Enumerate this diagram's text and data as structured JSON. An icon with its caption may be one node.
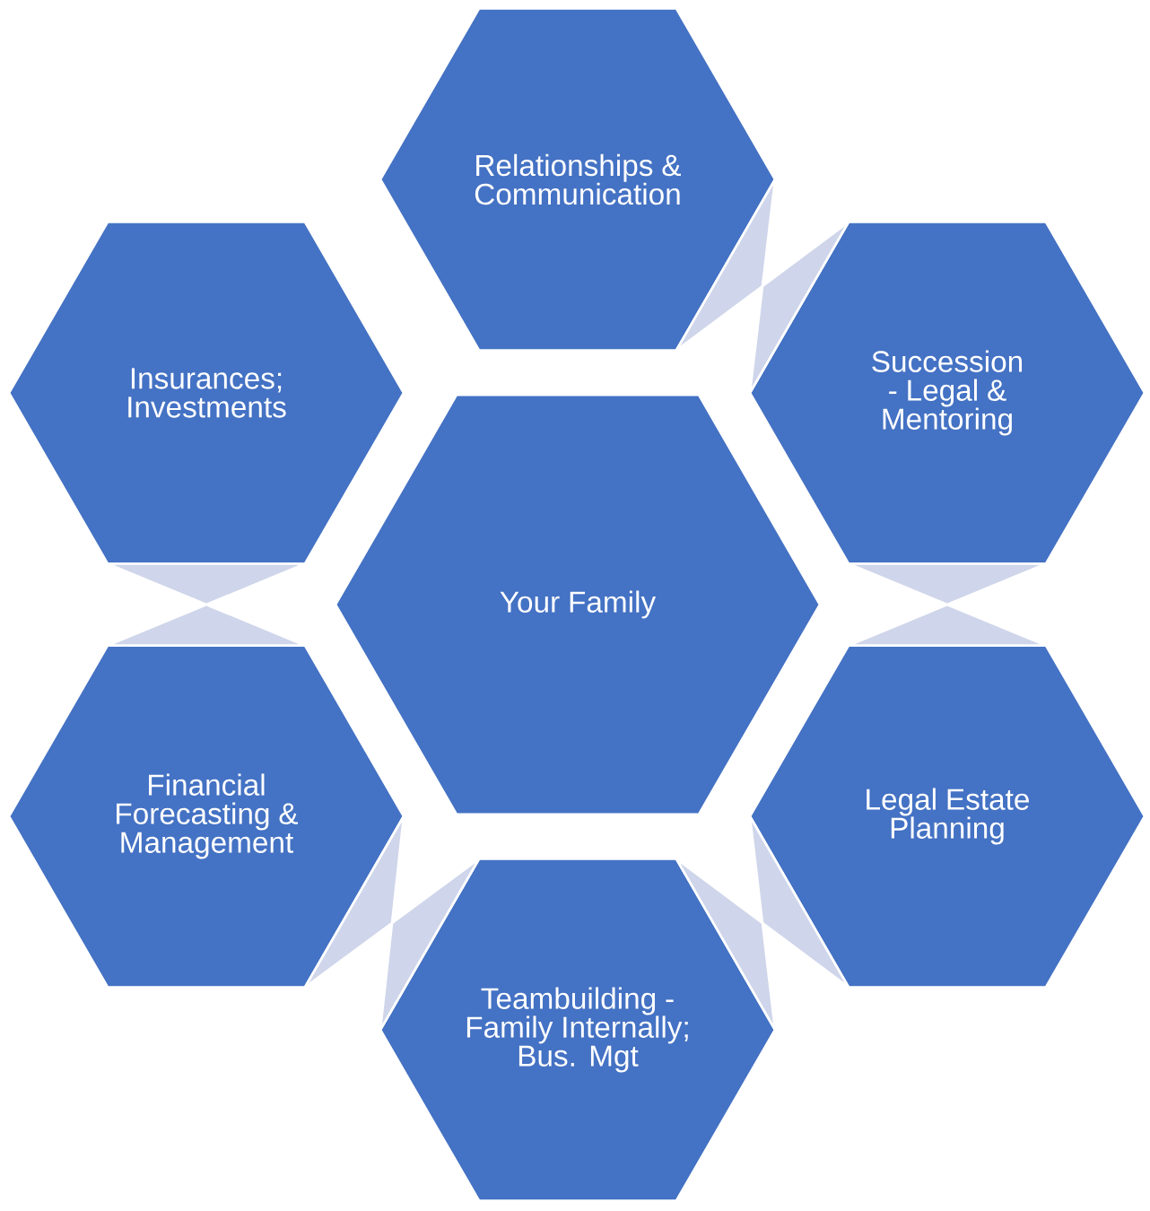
{
  "diagram": {
    "nodes": [
      {
        "text": [
          "Your Family"
        ]
      },
      {
        "text": [
          "Relationships & Communication"
        ]
      },
      {
        "text": [
          "Succession - Legal & Mentoring"
        ]
      },
      {
        "text": [
          "Legal Estate Planning"
        ]
      },
      {
        "text": [
          "Teambuilding - Family Internally; Bus. Mgt"
        ]
      },
      {
        "text": [
          "Financial Forecasting & Management"
        ]
      },
      {
        "text": [
          "Insurances; Investments"
        ]
      }
    ],
    "edges": [
      {
        "from": 1,
        "to": 2,
        "arrow": "none"
      },
      {
        "from": 2,
        "to": 3,
        "arrow": "none"
      },
      {
        "from": 3,
        "to": 4,
        "arrow": "none"
      },
      {
        "from": 4,
        "to": 5,
        "arrow": "none"
      },
      {
        "from": 5,
        "to": 6,
        "arrow": "none"
      }
    ]
  }
}
